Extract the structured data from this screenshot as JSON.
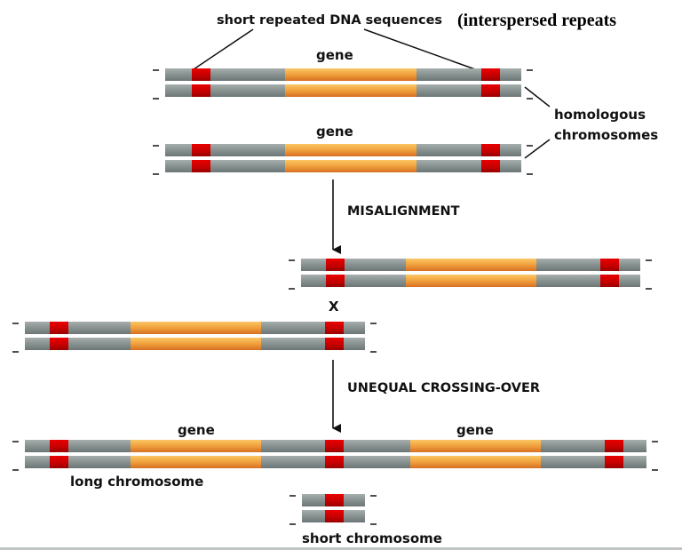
{
  "title_annotation": {
    "main": "short repeated DNA sequences",
    "aside": "(interspersed repeats"
  },
  "labels": {
    "gene": "gene",
    "homologous_line1": "homologous",
    "homologous_line2": "chromosomes",
    "step1": "MISALIGNMENT",
    "crossover_mark": "X",
    "step2": "UNEQUAL CROSSING-OVER",
    "long": "long chromosome",
    "short": "short chromosome"
  },
  "colors": {
    "backbone": "#7e8a89",
    "backbone_light": "#a3abaa",
    "repeat": "#d40000",
    "repeat_dark": "#a00000",
    "gene": "#f0a03a",
    "gene_light": "#f8c160",
    "gene_dark": "#d47628",
    "text": "#111111"
  },
  "chromosome_pairs": [
    {
      "id": "initial-pair-1",
      "segments": [
        "backbone",
        "repeat",
        "backbone",
        "gene",
        "backbone",
        "repeat",
        "backbone"
      ]
    },
    {
      "id": "initial-pair-2",
      "segments": [
        "backbone",
        "repeat",
        "backbone",
        "gene",
        "backbone",
        "repeat",
        "backbone"
      ]
    },
    {
      "id": "misaligned-upper",
      "segments": [
        "backbone",
        "repeat",
        "backbone",
        "gene",
        "backbone",
        "repeat",
        "backbone"
      ]
    },
    {
      "id": "misaligned-lower",
      "segments": [
        "backbone",
        "repeat",
        "backbone",
        "gene",
        "backbone",
        "repeat",
        "backbone"
      ]
    },
    {
      "id": "long-chromosome",
      "segments": [
        "backbone",
        "repeat",
        "backbone",
        "gene",
        "backbone",
        "repeat",
        "backbone",
        "gene",
        "backbone",
        "repeat",
        "backbone"
      ]
    },
    {
      "id": "short-chromosome",
      "segments": [
        "backbone",
        "repeat",
        "backbone"
      ]
    }
  ]
}
